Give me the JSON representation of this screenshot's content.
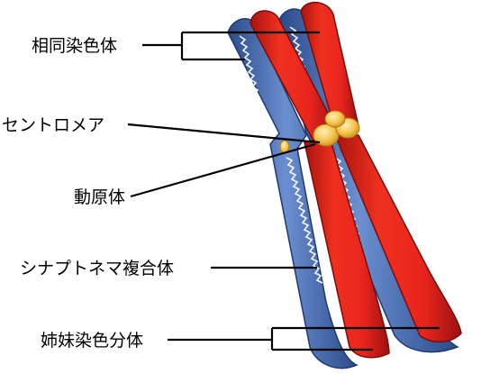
{
  "diagram": {
    "labels": {
      "homologous_chromosomes": "相同染色体",
      "centromere": "セントロメア",
      "kinetochore": "動原体",
      "synaptonemal_complex": "シナプトネマ複合体",
      "sister_chromatids": "姉妹染色分体"
    },
    "colors": {
      "chromatid_red": "#e8251d",
      "chromatid_red_dark": "#a81410",
      "chromatid_blue": "#4f72b8",
      "chromatid_blue_dark": "#2b4a8a",
      "centromere_yellow": "#f4c24a",
      "synaptonemal_white": "#ffffff"
    }
  }
}
